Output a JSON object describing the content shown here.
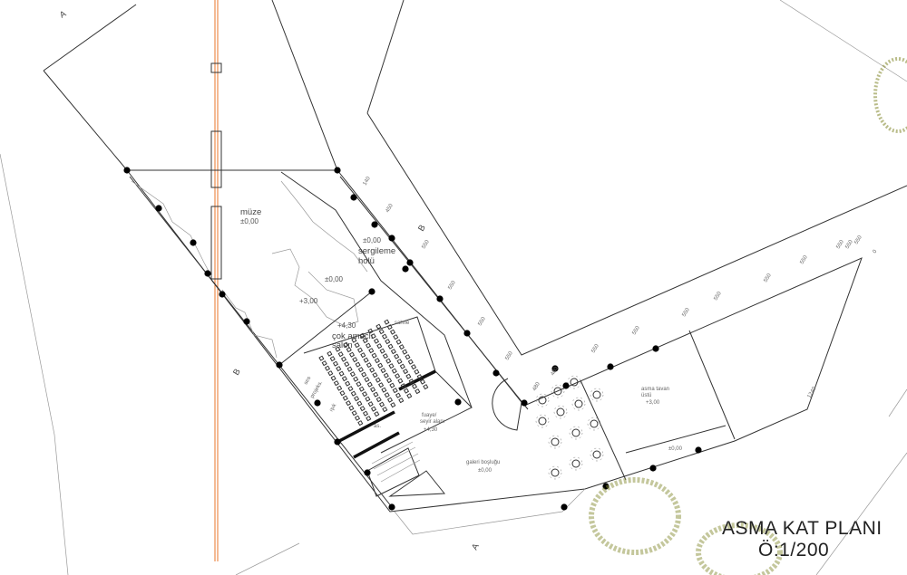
{
  "plan": {
    "title": "ASMA KAT PLANI",
    "scale": "Ö:1/200",
    "rooms": {
      "muze": "müze",
      "muze_level": "±0,00",
      "sergileme_1": "sergileme",
      "sergileme_2": "holü",
      "sergileme_level": "±0,00",
      "mid_level": "±0,00",
      "upper_level": "+3,00",
      "salon_level": "+4,30",
      "salon_1": "çok amaçlı",
      "salon_2": "salon",
      "sahne": "sahne",
      "fuaye_1": "fuaye/",
      "fuaye_2": "seyir alanı",
      "fuaye_level": "+4,30",
      "galeri": "galeri boşluğu",
      "galeri_level": "±0,00",
      "asma_1": "asma tavan",
      "asma_2": "üstü",
      "asma_level": "+3,00",
      "right_level": "±0,00",
      "as": "as.",
      "ses": "ses",
      "projeks": "projeks.",
      "isik": "ışık"
    },
    "section_marks": [
      "A",
      "B",
      "B",
      "A"
    ],
    "dimensions": [
      "140",
      "450",
      "550",
      "550",
      "550",
      "550",
      "480",
      "480",
      "550",
      "550",
      "550",
      "550",
      "550",
      "550",
      "550",
      "550",
      "550",
      "0",
      "1240"
    ],
    "colors": {
      "axis": "#e8742a",
      "tree": "#8a8f3a",
      "line": "#333333"
    }
  }
}
